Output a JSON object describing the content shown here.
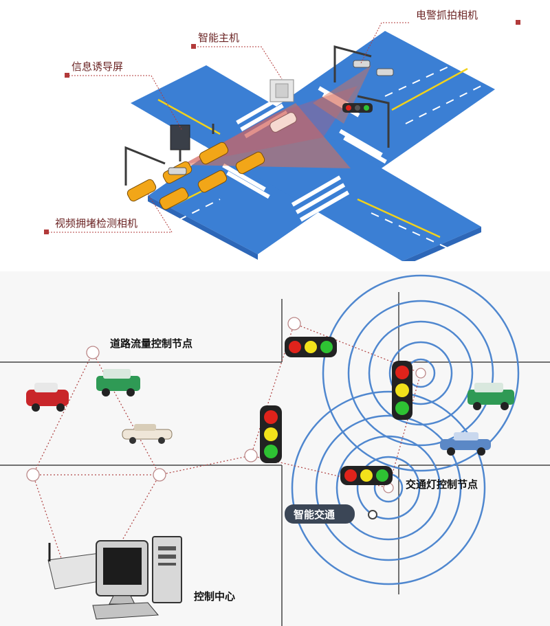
{
  "top_diagram": {
    "labels": {
      "host": "智能主机",
      "camera": "电警抓拍相机",
      "screen": "信息诱导屏",
      "congestion_camera": "视频拥堵检测相机"
    },
    "colors": {
      "road": "#3b7fd4",
      "road_dark": "#2d67b8",
      "lane_yellow": "#f2d21b",
      "callout_line": "#b23a3a",
      "callout_text": "#6b2424",
      "beam": "#e07050",
      "car": "#f2a618"
    }
  },
  "bottom_diagram": {
    "labels": {
      "road_node": "道路流量控制节点",
      "signal_node": "交通灯控制节点",
      "smart_traffic": "智能交通",
      "control_center": "控制中心"
    },
    "colors": {
      "road_line": "#444444",
      "link_dots": "#b24a4a",
      "signal_ring": "#4f87cf",
      "light_red": "#e0231b",
      "light_yellow": "#f2e21b",
      "light_green": "#2ec233",
      "badge_bg": "#3b4656"
    }
  }
}
